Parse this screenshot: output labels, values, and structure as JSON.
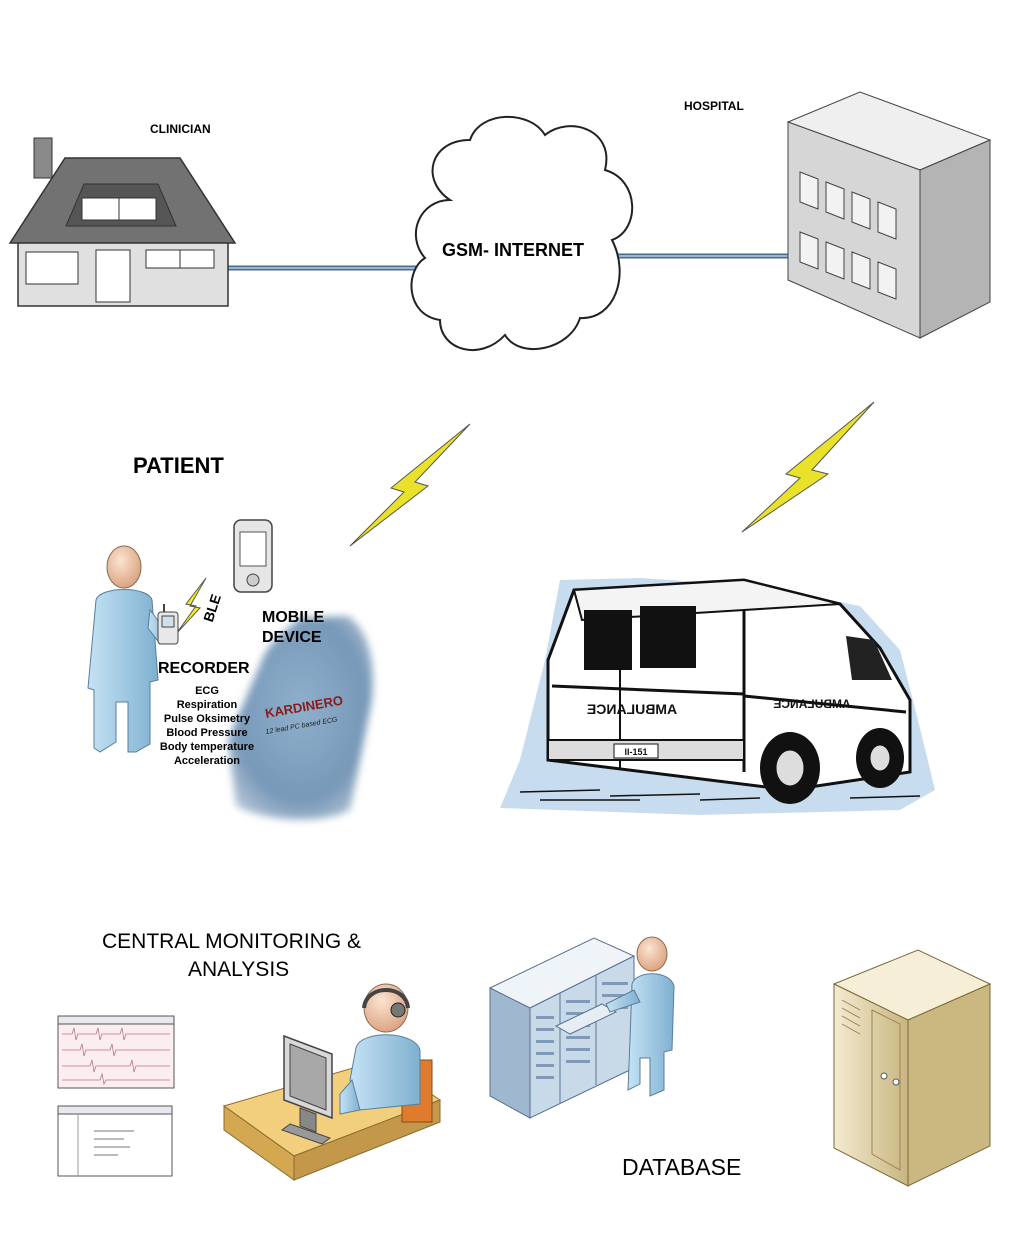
{
  "labels": {
    "clinician": "CLINICIAN",
    "hospital": "HOSPITAL",
    "network": "GSM- INTERNET",
    "patient": "PATIENT",
    "ble": "BLE",
    "mobile_device_line1": "MOBILE",
    "mobile_device_line2": "DEVICE",
    "recorder": "RECORDER",
    "central_line1": "CENTRAL MONITORING &",
    "central_line2": "ANALYSIS",
    "database": "DATABASE"
  },
  "recorder_signals": [
    "ECG",
    "Respiration",
    "Pulse Oksimetry",
    "Blood Pressure",
    "Body temperature",
    "Acceleration"
  ],
  "device": {
    "brand": "KARDINERO",
    "subtitle": "12 lead PC based ECG"
  },
  "ambulance": {
    "rear_text": "AMBULANCE",
    "side_text": "AMBULANCE",
    "plate": "II-151"
  },
  "colors": {
    "link_line": "#4a6e8f",
    "lightning": "#e8e020",
    "person_skin": "#f0c8a8",
    "person_suit": "#a8d0e8",
    "house_roof": "#707070",
    "building": "#d8d8d8",
    "ambulance_bg": "#c8dcf0",
    "server_tan": "#e8dcb0"
  }
}
